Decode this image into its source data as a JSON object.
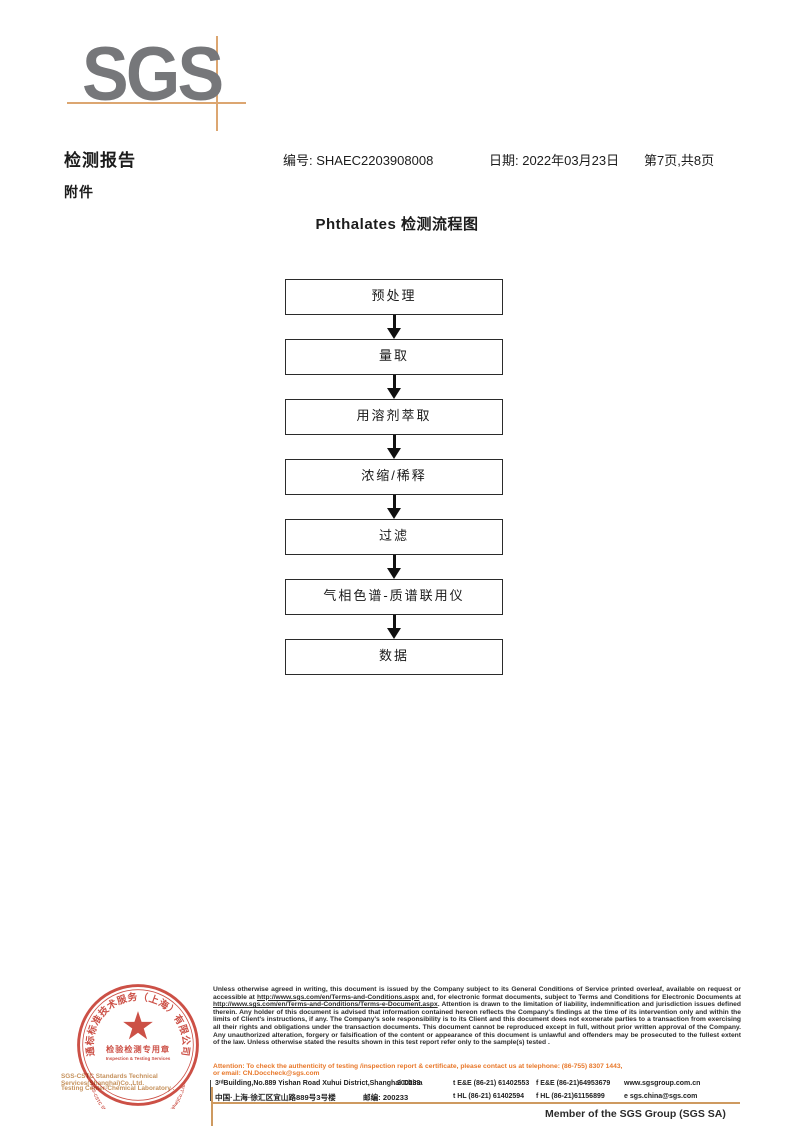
{
  "header": {
    "logo_text": "SGS",
    "report_title": "检测报告",
    "report_no": "编号: SHAEC2203908008",
    "date": "日期: 2022年03月23日",
    "page_info": "第7页,共8页",
    "attachment": "附件"
  },
  "flowchart": {
    "title": "Phthalates 检测流程图",
    "steps": [
      "预处理",
      "量取",
      "用溶剂萃取",
      "浓缩/稀释",
      "过滤",
      "气相色谱-质谱联用仪",
      "数据"
    ]
  },
  "stamp": {
    "arc_top": "通标标准技术服务（上海）有限公司",
    "arc_bottom": "SGS-CSTC Standards Technical Services(Shanghai)Co.,Ltd.",
    "center_line1": "检验检测专用章",
    "center_line2": "Inspection & Testing Services"
  },
  "footer": {
    "company_line1": "SGS-CSTC Standards Technical Services(Shanghai)Co.,Ltd.",
    "company_line2": "Testing Center-Chemical Laboratory .",
    "disclaimer_segments": [
      {
        "t": "Unless otherwise agreed in writing, this document is issued by the Company subject to its General Conditions of Service printed overleaf, available on request or accessible at ",
        "u": false
      },
      {
        "t": "http://www.sgs.com/en/Terms-and-Conditions.aspx",
        "u": true
      },
      {
        "t": " and, for electronic format documents, subject to Terms and Conditions for Electronic Documents at ",
        "u": false
      },
      {
        "t": "http://www.sgs.com/en/Terms-and-Conditions/Terms-e-Document.aspx",
        "u": true
      },
      {
        "t": ". Attention is drawn to the limitation of liability, indemnification and jurisdiction issues defined therein. Any holder of this document is advised that information contained hereon reflects the Company's findings at the time of its intervention only and within the limits of Client's instructions, if any. The Company's sole responsibility is to its Client and this document does not exonerate parties to a transaction from exercising all their rights and obligations under the transaction documents. This document cannot be reproduced except in full, without prior written approval of the Company. Any unauthorized alteration, forgery or falsification of the content or appearance of this document is unlawful and offenders may be prosecuted to the fullest extent of the law. Unless otherwise stated the results shown in this test report refer only to the sample(s) tested .",
        "u": false
      }
    ],
    "attention_line1": "Attention: To check the authenticity of testing /inspection report & certificate, please contact us at telephone: (86-755) 8307 1443,",
    "attention_line2": "or email: CN.Doccheck@sgs.com",
    "address": {
      "en_street": "3ʳᵈBuilding,No.889 Yishan Road Xuhui District,Shanghai China",
      "en_postcode": "200233",
      "cn_street": "中国·上海·徐汇区宜山路889号3号楼",
      "cn_postcode": "邮编: 200233",
      "tel_ee": "t E&E (86-21) 61402553",
      "fax_ee": "f E&E (86-21)64953679",
      "website": "www.sgsgroup.com.cn",
      "tel_hl": "t HL (86-21) 61402594",
      "fax_hl": "f HL (86-21)61156899",
      "email": "e  sgs.china@sgs.com"
    },
    "member_text": "Member of the SGS Group (SGS SA)"
  },
  "colors": {
    "logo_gray": "#76777A",
    "accent_tan": "#DCA671",
    "stamp_red": "#C5372C",
    "attention_orange": "#E8782A"
  }
}
